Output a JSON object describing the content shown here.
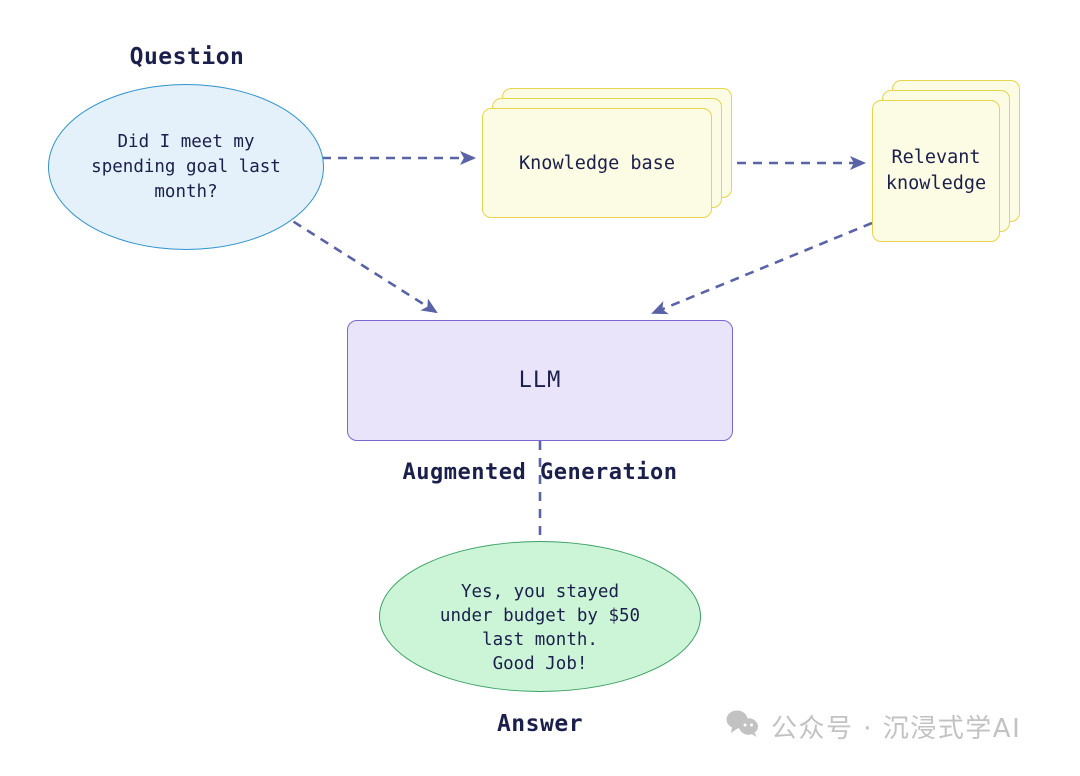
{
  "diagram": {
    "title": "RAG flow diagram",
    "question": {
      "caption": "Question",
      "text": "Did I meet my\nspending goal last\nmonth?",
      "fill": "#e4f1fb",
      "stroke": "#2f93cf"
    },
    "knowledge_base": {
      "label": "Knowledge base",
      "fill": "#fcfbe3",
      "stroke": "#e8d44d",
      "card_count": 3
    },
    "relevant_knowledge": {
      "label": "Relevant\nknowledge",
      "fill": "#fcfbe3",
      "stroke": "#e8d44d",
      "card_count": 3
    },
    "llm": {
      "label": "LLM",
      "fill": "#eae4fa",
      "stroke": "#7c66d4"
    },
    "augmented_generation": {
      "label": "Augmented Generation"
    },
    "answer": {
      "caption": "Answer",
      "text": "Yes, you stayed\nunder budget by $50\nlast month.\nGood Job!",
      "fill": "#ccf5d7",
      "stroke": "#3aa063"
    },
    "edge_color": "#5b63a8",
    "edges": [
      {
        "from": "question",
        "to": "knowledge_base",
        "style": "dashed"
      },
      {
        "from": "knowledge_base",
        "to": "relevant_knowledge",
        "style": "dashed"
      },
      {
        "from": "question",
        "to": "llm",
        "style": "dashed"
      },
      {
        "from": "relevant_knowledge",
        "to": "llm",
        "style": "dashed"
      },
      {
        "from": "llm",
        "to": "answer",
        "style": "dashed"
      }
    ]
  },
  "watermark": {
    "icon": "wechat-icon",
    "text": "公众号 · 沉浸式学AI",
    "color": "#c2c2c2"
  }
}
